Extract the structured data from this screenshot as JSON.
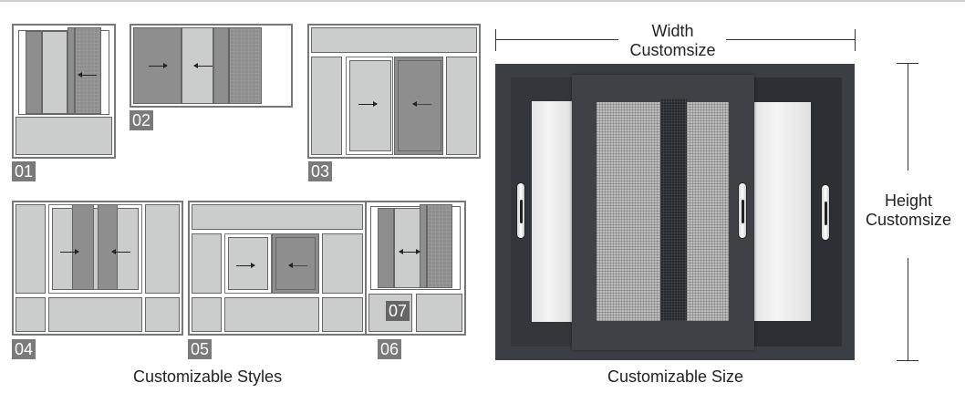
{
  "styles_section": {
    "caption": "Customizable Styles",
    "styles": [
      {
        "id": "01",
        "description": "two-panel sliding with screen over fixed bottom panel"
      },
      {
        "id": "02",
        "description": "horizontal sliding with screen and fixed panel"
      },
      {
        "id": "03",
        "description": "sliding pair with transom and side fixed panels"
      },
      {
        "id": "04",
        "description": "center sliding pair with side lights and bottom panels"
      },
      {
        "id": "05",
        "description": "sliding pair with transom, side lights and bottom panels"
      },
      {
        "id": "06",
        "description": "sliding with screen over split bottom panel"
      },
      {
        "id": "07",
        "description": "split bottom panel variant"
      }
    ]
  },
  "size_section": {
    "caption": "Customizable Size",
    "width_label_line1": "Width",
    "width_label_line2": "Customsize",
    "height_label_line1": "Height",
    "height_label_line2": "Customsize"
  },
  "colors": {
    "frame_dark": "#3b3e43",
    "panel_light": "#cbcdcd",
    "panel_dark": "#8e8e8e",
    "badge": "#7a7a7a"
  }
}
